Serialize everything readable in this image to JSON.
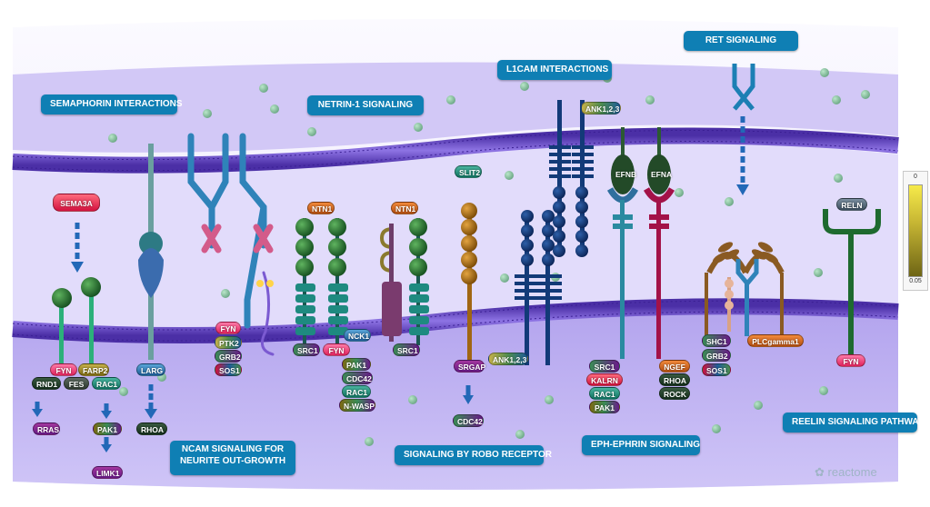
{
  "pathways": {
    "semaphorin": "SEMAPHORIN INTERACTIONS",
    "netrin": "NETRIN-1 SIGNALING",
    "l1cam": "L1CAM INTERACTIONS",
    "ret": "RET SIGNALING",
    "ncam": "NCAM SIGNALING FOR NEURITE OUT-GROWTH",
    "robo": "SIGNALING BY ROBO RECEPTOR",
    "eph": "EPH-EPHRIN SIGNALING",
    "reelin": "REELIN SIGNALING PATHWAY"
  },
  "genes": {
    "sema3a": "SEMA3A",
    "fyn_sema": "FYN",
    "farp2": "FARP2",
    "rnd1": "RND1",
    "fes": "FES",
    "rac1_sema": "RAC1",
    "rras": "RRAS",
    "pak1_sema": "PAK1",
    "limk1": "LIMK1",
    "larg": "LARG",
    "rhoa_larg": "RHOA",
    "fyn_ncam": "FYN",
    "ptk2": "PTK2",
    "grb2_ncam": "GRB2",
    "sos1_ncam": "SOS1",
    "ntn1_a": "NTN1",
    "ntn1_b": "NTN1",
    "src1_a": "SRC1",
    "nck1": "NCK1",
    "fyn_netrin": "FYN",
    "pak1_netrin": "PAK1",
    "cdc42_netrin": "CDC42",
    "rac1_netrin": "RAC1",
    "nwasp": "N-WASP",
    "src1_b": "SRC1",
    "slit2": "SLIT2",
    "srgap": "SRGAP",
    "ank_robo": "ANK1,2,3",
    "cdc42_robo": "CDC42",
    "ank_l1cam": "ANK1,2,3",
    "efnb": "EFNB",
    "efna": "EFNA",
    "src1_eph": "SRC1",
    "kalrn": "KALRN",
    "rac1_eph": "RAC1",
    "pak1_eph": "PAK1",
    "ngef": "NGEF",
    "rhoa_eph": "RHOA",
    "rock": "ROCK",
    "shc1": "SHC1",
    "grb2_ret": "GRB2",
    "sos1_ret": "SOS1",
    "plcg": "PLCgamma1",
    "reln": "RELN",
    "fyn_reelin": "FYN"
  },
  "legend": {
    "top": "0",
    "bottom": "0.05"
  },
  "logo": "reactome",
  "colors": {
    "membrane": "#6d4fc6",
    "extracellular": "#f1eefc",
    "cytosol": "#b9aaf0",
    "label_bg": "#0f7fb4"
  }
}
